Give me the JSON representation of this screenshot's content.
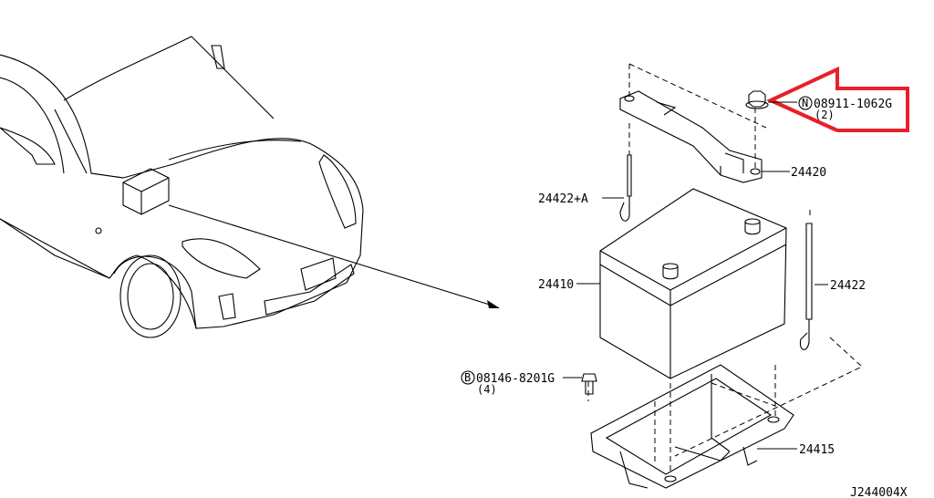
{
  "diagram_code": "J244004X",
  "parts": [
    {
      "id": "nut",
      "symbol": "N",
      "number": "08911-1062G",
      "qty": "(2)"
    },
    {
      "id": "bracket",
      "number": "24420"
    },
    {
      "id": "rod-a",
      "number": "24422+A"
    },
    {
      "id": "battery",
      "number": "24410"
    },
    {
      "id": "rod",
      "number": "24422"
    },
    {
      "id": "bolt",
      "symbol": "B",
      "number": "08146-8201G",
      "qty": "(4)"
    },
    {
      "id": "tray",
      "number": "24415"
    }
  ],
  "colors": {
    "highlight": "#e8202a",
    "line": "#000000"
  }
}
